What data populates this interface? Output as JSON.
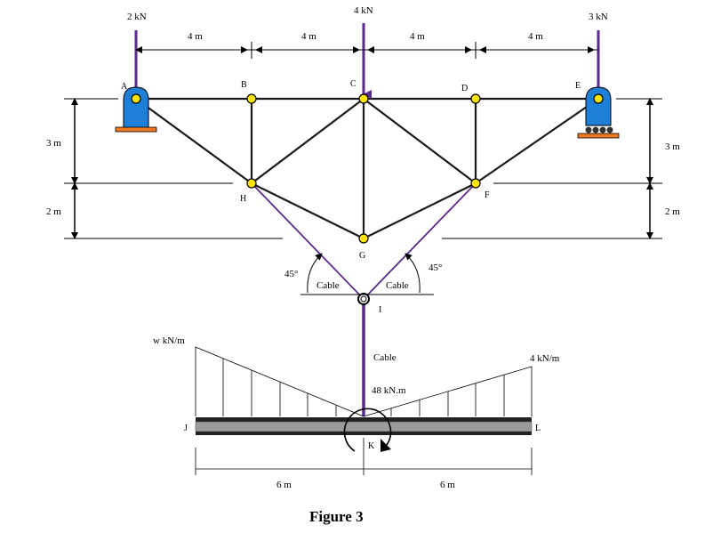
{
  "figure_caption": "Figure 3",
  "loads": {
    "a": "2 kN",
    "c": "4 kN",
    "e": "3 kN",
    "distributed_left": "w kN/m",
    "distributed_right": "4 kN/m",
    "moment": "48 kN.m"
  },
  "nodes": {
    "a": "A",
    "b": "B",
    "c": "C",
    "d": "D",
    "e": "E",
    "f": "F",
    "g": "G",
    "h": "H",
    "i": "I",
    "j": "J",
    "k": "K",
    "l": "L"
  },
  "dimensions": {
    "top_spans": [
      "4 m",
      "4 m",
      "4 m",
      "4 m"
    ],
    "left_height_upper": "3 m",
    "left_height_lower": "2 m",
    "right_height_upper": "3 m",
    "right_height_lower": "2 m",
    "beam_left": "6 m",
    "beam_right": "6 m"
  },
  "angles": {
    "left": "45°",
    "right": "45°"
  },
  "cable_labels": {
    "left": "Cable",
    "right": "Cable",
    "vertical": "Cable"
  },
  "colors": {
    "support_blue": "#1e7fd8",
    "support_base": "#f07820",
    "joint_yellow": "#ffe600",
    "load_purple": "#5a2a8c",
    "member": "#1a1a1a",
    "beam_gray": "#9a9a9a"
  }
}
